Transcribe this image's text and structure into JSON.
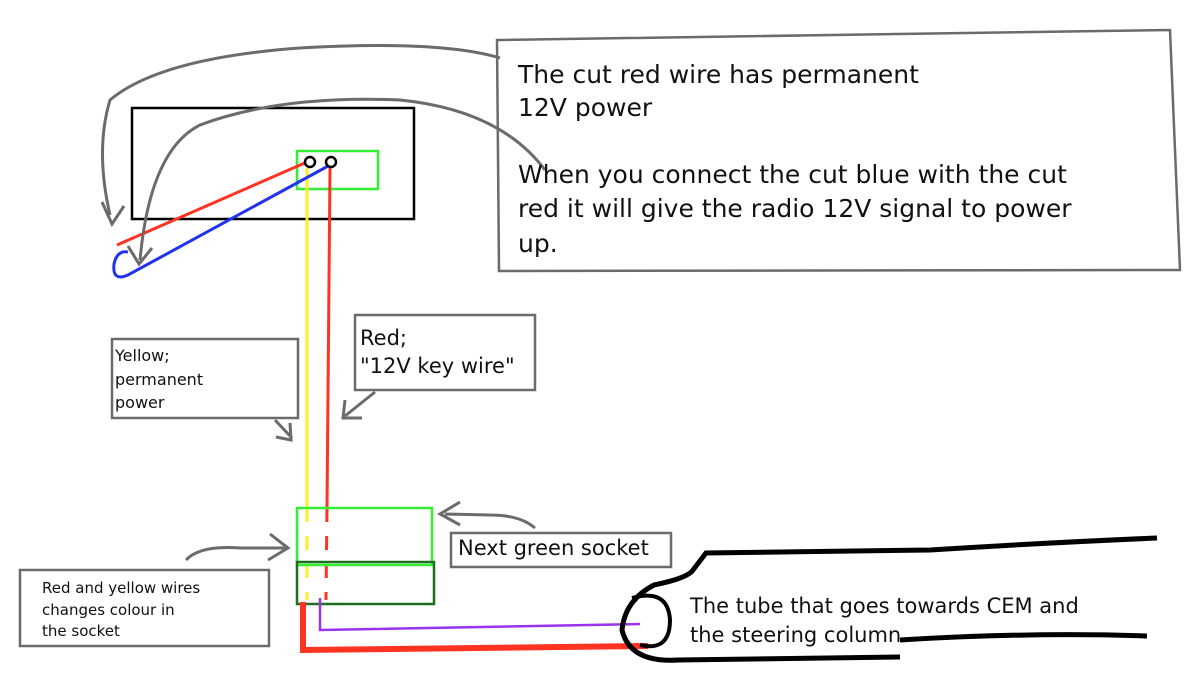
{
  "callouts": {
    "main_line1": "The cut red wire has permanent",
    "main_line2": "12V power",
    "main_line3": "When you connect the cut blue with the cut",
    "main_line4": "red it will give the radio 12V signal to power",
    "main_line5": "up.",
    "yellow_line1": "Yellow;",
    "yellow_line2": "permanent",
    "yellow_line3": "power",
    "red_line1": "Red;",
    "red_line2": "\"12V key wire\"",
    "socket_label": "Next green socket",
    "change_line1": "Red and yellow wires",
    "change_line2": "changes colour in",
    "change_line3": "the socket",
    "tube_line1": "The tube that goes towards CEM and",
    "tube_line2": "the steering column"
  },
  "colors": {
    "box_outline": "#6b6b6b",
    "radio_outline": "#000000",
    "green_socket": "#33ee33",
    "dark_green_socket": "#1f6e1f",
    "red_wire": "#ff3322",
    "blue_wire": "#2233ee",
    "yellow_wire": "#ffee22",
    "purple_wire": "#9933ee",
    "tube_outline": "#000000",
    "arrow": "#6b6b6b"
  }
}
